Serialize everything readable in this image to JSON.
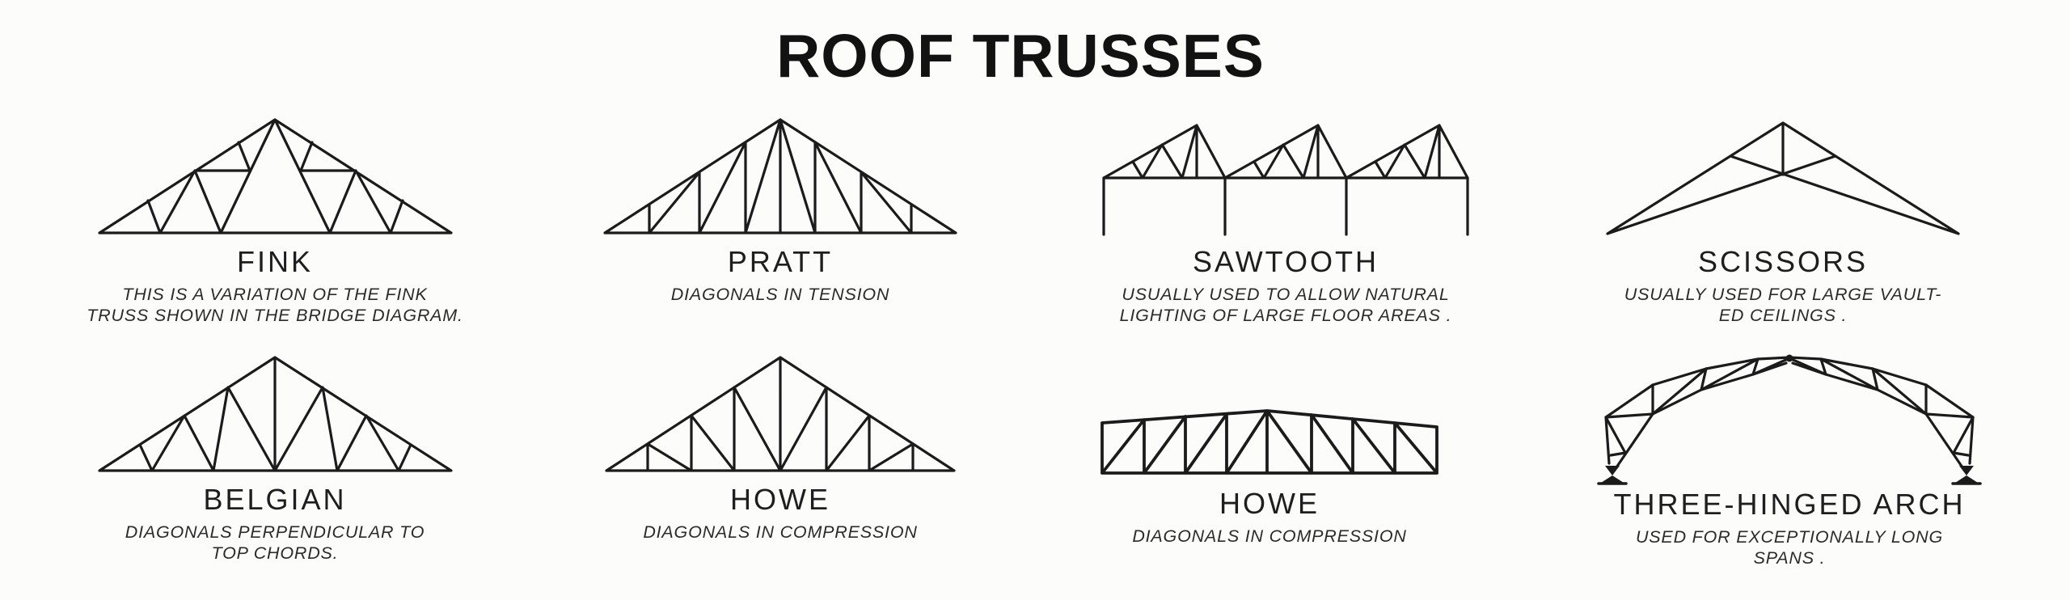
{
  "title": "ROOF TRUSSES",
  "colors": {
    "ink": "#1b1b1b",
    "background": "#fcfcfb"
  },
  "trusses": [
    {
      "id": "fink",
      "name": "FINK",
      "caption_lines": [
        "THIS IS A VARIATION OF THE FINK",
        "TRUSS SHOWN IN THE BRIDGE DIAGRAM."
      ]
    },
    {
      "id": "pratt",
      "name": "PRATT",
      "caption_lines": [
        "DIAGONALS IN TENSION"
      ]
    },
    {
      "id": "sawtooth",
      "name": "SAWTOOTH",
      "caption_lines": [
        "USUALLY USED TO ALLOW NATURAL",
        "LIGHTING OF LARGE FLOOR AREAS ."
      ]
    },
    {
      "id": "scissors",
      "name": "SCISSORS",
      "caption_lines": [
        "USUALLY USED FOR LARGE VAULT-",
        "ED CEILINGS ."
      ]
    },
    {
      "id": "belgian",
      "name": "BELGIAN",
      "caption_lines": [
        "DIAGONALS PERPENDICULAR TO",
        "TOP CHORDS."
      ]
    },
    {
      "id": "howe-triangular",
      "name": "HOWE",
      "caption_lines": [
        "DIAGONALS IN COMPRESSION"
      ]
    },
    {
      "id": "howe-flat",
      "name": "HOWE",
      "caption_lines": [
        "DIAGONALS IN COMPRESSION"
      ]
    },
    {
      "id": "three-hinged-arch",
      "name": "THREE-HINGED ARCH",
      "caption_lines": [
        "USED FOR EXCEPTIONALLY LONG",
        "SPANS ."
      ]
    }
  ]
}
